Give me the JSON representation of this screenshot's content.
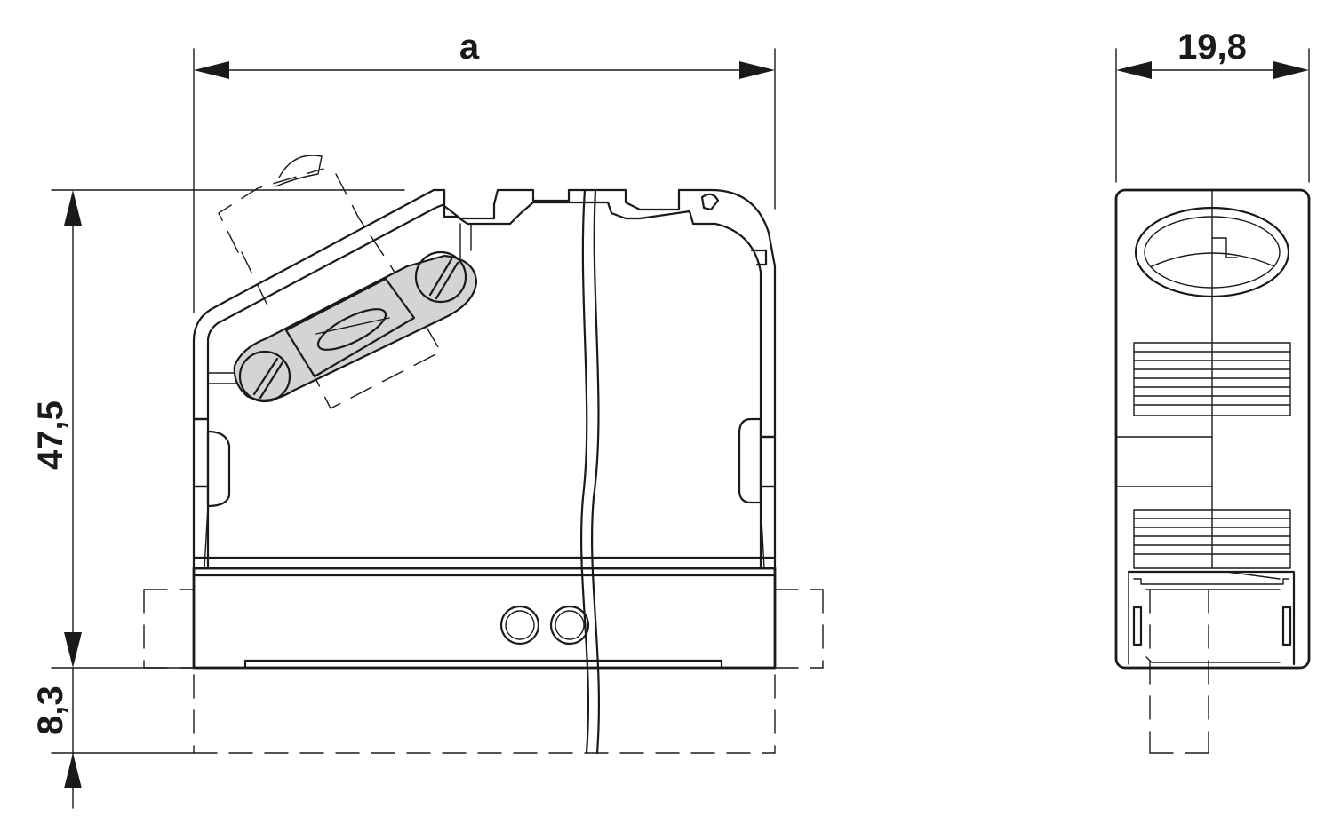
{
  "dimensions": {
    "width_a": "a",
    "depth": "19,8",
    "height": "47,5",
    "rail_height": "8,3"
  },
  "colors": {
    "line": "#1a1a1a",
    "fuse_fill": "#d4d4d4",
    "background": "#ffffff"
  }
}
